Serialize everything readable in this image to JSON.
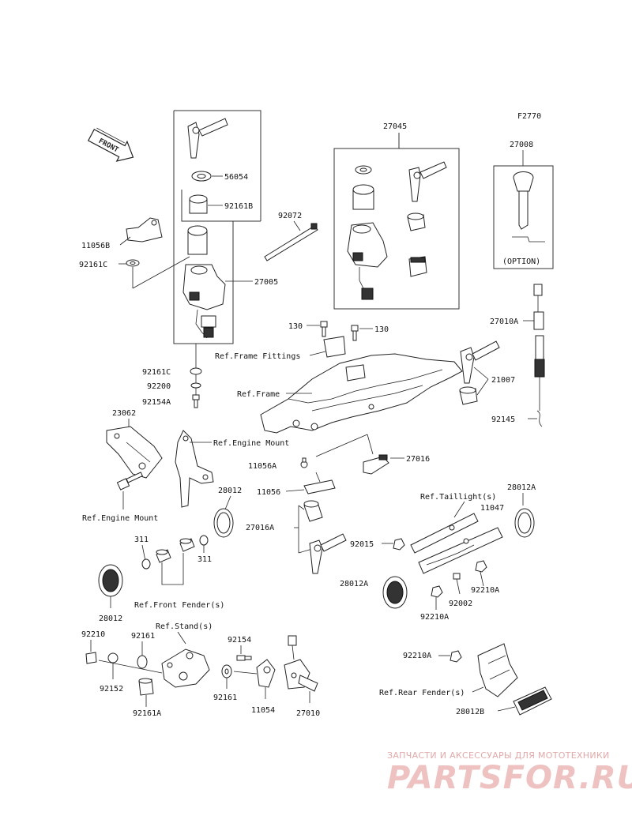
{
  "figure_code": "F2770",
  "front_label": "FRONT",
  "parts": {
    "p56054": "56054",
    "p92161B": "92161B",
    "p27005": "27005",
    "p11056B": "11056B",
    "p92161C_top": "92161C",
    "p92161C_mid": "92161C",
    "p92200": "92200",
    "p92154A": "92154A",
    "p92072": "92072",
    "p27045": "27045",
    "p27008": "27008",
    "option": "(OPTION)",
    "p27010A": "27010A",
    "p21007": "21007",
    "p92145": "92145",
    "p130_left": "130",
    "p130_right": "130",
    "ref_frame_fittings": "Ref.Frame Fittings",
    "ref_frame": "Ref.Frame",
    "p23062": "23062",
    "ref_engine_mount_top": "Ref.Engine Mount",
    "ref_engine_mount_bottom": "Ref.Engine Mount",
    "p11056A": "11056A",
    "p27016": "27016",
    "p11056": "11056",
    "p28012_top": "28012",
    "p27016A": "27016A",
    "ref_taillight": "Ref.Taillight(s)",
    "p28012A_top": "28012A",
    "p11047": "11047",
    "p92015": "92015",
    "p311_left": "311",
    "p311_right": "311",
    "p28012A_bottom": "28012A",
    "p92210A_right": "92210A",
    "p92002": "92002",
    "p92210A_mid": "92210A",
    "ref_front_fender": "Ref.Front Fender(s)",
    "p28012_bottom": "28012",
    "ref_stand": "Ref.Stand(s)",
    "p92210": "92210",
    "p92161": "92161",
    "p92154": "92154",
    "p92152": "92152",
    "p92161_low": "92161",
    "p11054": "11054",
    "p27010": "27010",
    "p92161A": "92161A",
    "p92210A_low": "92210A",
    "ref_rear_fender": "Ref.Rear Fender(s)",
    "p28012B": "28012B"
  },
  "watermark": {
    "tagline": "ЗАПЧАСТИ И АКСЕССУАРЫ ДЛЯ МОТОТЕХНИКИ",
    "brand": "PARTSFOR.RU"
  }
}
